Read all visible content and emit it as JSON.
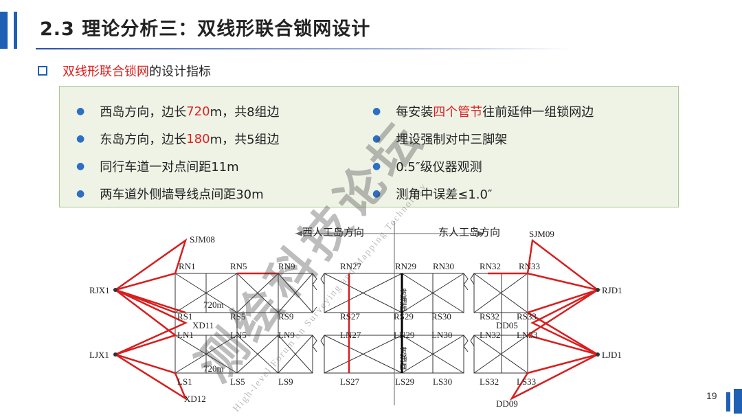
{
  "header": {
    "title": "2.3 理论分析三：双线形联合锁网设计"
  },
  "subtitle": {
    "prefix": "双线形联合锁网",
    "suffix": "的设计指标"
  },
  "left_bullets": [
    {
      "a": "西岛方向，边长",
      "hl": "720",
      "b": "m，共8组边"
    },
    {
      "a": "东岛方向，边长",
      "hl": "180",
      "b": "m，共5组边"
    },
    {
      "a": "同行车道一对点间距11m",
      "hl": "",
      "b": ""
    },
    {
      "a": "两车道外侧墙导线点间距30m",
      "hl": "",
      "b": ""
    }
  ],
  "right_bullets": [
    {
      "a": "每安装",
      "hl": "四个管节",
      "b": "往前延伸一组锁网边"
    },
    {
      "a": "埋设强制对中三脚架",
      "hl": "",
      "b": ""
    },
    {
      "a": "0.5″级仪器观测",
      "hl": "",
      "b": ""
    },
    {
      "a": "测角中误差≤1.0″",
      "hl": "",
      "b": ""
    }
  ],
  "diagram": {
    "dir_west": "西人工岛方向",
    "dir_east": "东人工岛方向",
    "labels": {
      "SJM08": "SJM08",
      "SJM09": "SJM09",
      "RJX1": "RJX1",
      "LJX1": "LJX1",
      "RJD1": "RJD1",
      "LJD1": "LJD1",
      "XD11": "XD11",
      "XD12": "XD12",
      "DD05": "DD05",
      "DD09": "DD09",
      "RN1": "RN1",
      "RN5": "RN5",
      "RN9": "RN9",
      "RN27": "RN27",
      "RN29": "RN29",
      "RN30": "RN30",
      "RN32": "RN32",
      "RN33": "RN33",
      "RS1": "RS1",
      "RS5": "RS5",
      "RS9": "RS9",
      "RS27": "RS27",
      "RS29": "RS29",
      "RS30": "RS30",
      "RS32": "RS32",
      "RS33": "RS33",
      "LN1": "LN1",
      "LN5": "LN5",
      "LN9": "LN9",
      "LN27": "LN27",
      "LN29": "LN29",
      "LN30": "LN30",
      "LN32": "LN32",
      "LN33": "LN33",
      "LS1": "LS1",
      "LS5": "LS5",
      "LS9": "LS9",
      "LS27": "LS27",
      "LS29": "LS29",
      "LS30": "LS30",
      "LS32": "LS32",
      "LS33": "LS33",
      "len720a": "720m",
      "len720b": "720m",
      "through": "贯通面"
    }
  },
  "watermark": {
    "cn": "测绘科技论坛",
    "en": "High-level Forum on Surveying and Mapping Technology"
  },
  "page_number": "19",
  "colors": {
    "accent": "#1f5fb4",
    "highlight": "#e02020",
    "box_bg": "#eef3e6",
    "box_border": "#a9c98f"
  }
}
